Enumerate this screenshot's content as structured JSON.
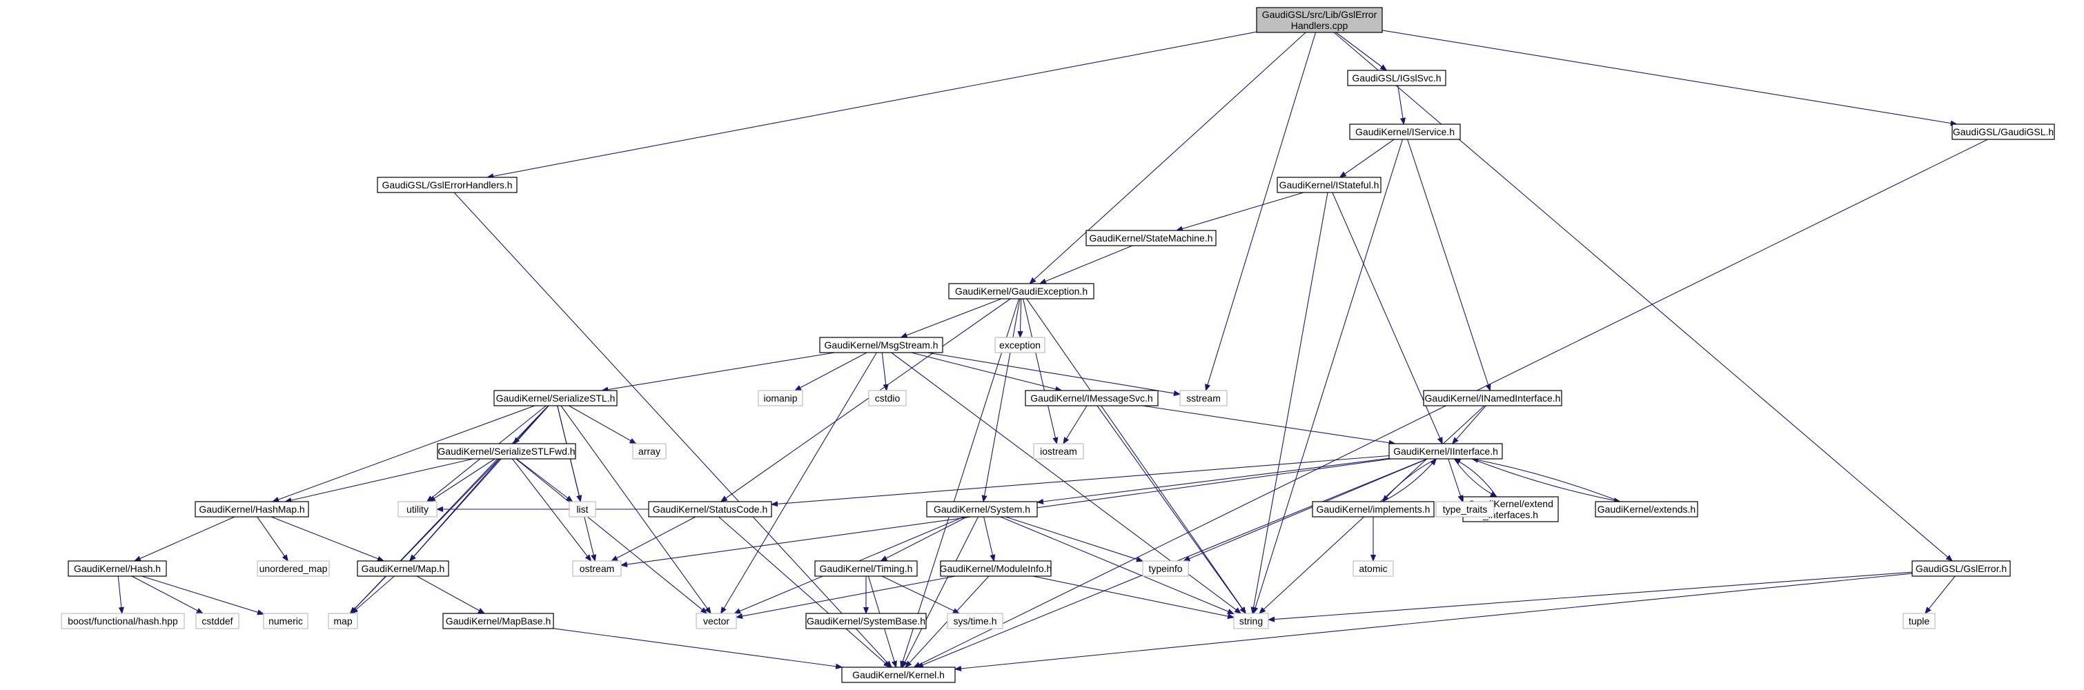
{
  "graph": {
    "root": "GaudiGSL/src/Lib/GslErrorHandlers.cpp",
    "nodes": {
      "root": {
        "lines": [
          "GaudiGSL/src/Lib/GslError",
          "Handlers.cpp"
        ],
        "kind": "root"
      },
      "gsl_ierrh": {
        "lines": [
          "GaudiGSL/GslErrorHandlers.h"
        ],
        "kind": "doc"
      },
      "gsl_igslsvc": {
        "lines": [
          "GaudiGSL/IGslSvc.h"
        ],
        "kind": "doc"
      },
      "gsl_gaudigsl": {
        "lines": [
          "GaudiGSL/GaudiGSL.h"
        ],
        "kind": "doc"
      },
      "gsl_gslerror": {
        "lines": [
          "GaudiGSL/GslError.h"
        ],
        "kind": "doc"
      },
      "iservice": {
        "lines": [
          "GaudiKernel/IService.h"
        ],
        "kind": "doc"
      },
      "istateful": {
        "lines": [
          "GaudiKernel/IStateful.h"
        ],
        "kind": "doc"
      },
      "statemachine": {
        "lines": [
          "GaudiKernel/StateMachine.h"
        ],
        "kind": "doc"
      },
      "gaudiexception": {
        "lines": [
          "GaudiKernel/GaudiException.h"
        ],
        "kind": "doc"
      },
      "msgstream": {
        "lines": [
          "GaudiKernel/MsgStream.h"
        ],
        "kind": "doc"
      },
      "serializestl": {
        "lines": [
          "GaudiKernel/SerializeSTL.h"
        ],
        "kind": "doc"
      },
      "serializestlfwd": {
        "lines": [
          "GaudiKernel/SerializeSTLFwd.h"
        ],
        "kind": "doc"
      },
      "hashmap": {
        "lines": [
          "GaudiKernel/HashMap.h"
        ],
        "kind": "doc"
      },
      "hash": {
        "lines": [
          "GaudiKernel/Hash.h"
        ],
        "kind": "doc"
      },
      "mapgk": {
        "lines": [
          "GaudiKernel/Map.h"
        ],
        "kind": "doc"
      },
      "mapbase": {
        "lines": [
          "GaudiKernel/MapBase.h"
        ],
        "kind": "doc"
      },
      "statuscode": {
        "lines": [
          "GaudiKernel/StatusCode.h"
        ],
        "kind": "doc"
      },
      "imessagesvc": {
        "lines": [
          "GaudiKernel/IMessageSvc.h"
        ],
        "kind": "doc"
      },
      "inamedinterface": {
        "lines": [
          "GaudiKernel/INamedInterface.h"
        ],
        "kind": "doc"
      },
      "iinterface": {
        "lines": [
          "GaudiKernel/IInterface.h"
        ],
        "kind": "doc"
      },
      "implements": {
        "lines": [
          "GaudiKernel/implements.h"
        ],
        "kind": "doc"
      },
      "extendinterfaces": {
        "lines": [
          "GaudiKernel/extend",
          "_interfaces.h"
        ],
        "kind": "doc"
      },
      "extends": {
        "lines": [
          "GaudiKernel/extends.h"
        ],
        "kind": "doc"
      },
      "systemh": {
        "lines": [
          "GaudiKernel/System.h"
        ],
        "kind": "doc"
      },
      "timing": {
        "lines": [
          "GaudiKernel/Timing.h"
        ],
        "kind": "doc"
      },
      "systembase": {
        "lines": [
          "GaudiKernel/SystemBase.h"
        ],
        "kind": "doc"
      },
      "moduleinfo": {
        "lines": [
          "GaudiKernel/ModuleInfo.h"
        ],
        "kind": "doc"
      },
      "kernel": {
        "lines": [
          "GaudiKernel/Kernel.h"
        ],
        "kind": "doc"
      },
      "exception": {
        "lines": [
          "exception"
        ],
        "kind": "ext"
      },
      "sstream": {
        "lines": [
          "sstream"
        ],
        "kind": "ext"
      },
      "iomanip": {
        "lines": [
          "iomanip"
        ],
        "kind": "ext"
      },
      "cstdio": {
        "lines": [
          "cstdio"
        ],
        "kind": "ext"
      },
      "iostream": {
        "lines": [
          "iostream"
        ],
        "kind": "ext"
      },
      "array": {
        "lines": [
          "array"
        ],
        "kind": "ext"
      },
      "list": {
        "lines": [
          "list"
        ],
        "kind": "ext"
      },
      "unordered_map": {
        "lines": [
          "unordered_map"
        ],
        "kind": "ext"
      },
      "utility": {
        "lines": [
          "utility"
        ],
        "kind": "ext"
      },
      "ostream": {
        "lines": [
          "ostream"
        ],
        "kind": "ext"
      },
      "boosthash": {
        "lines": [
          "boost/functional/hash.hpp"
        ],
        "kind": "ext"
      },
      "cstddef": {
        "lines": [
          "cstddef"
        ],
        "kind": "ext"
      },
      "numeric": {
        "lines": [
          "numeric"
        ],
        "kind": "ext"
      },
      "map": {
        "lines": [
          "map"
        ],
        "kind": "ext"
      },
      "vector": {
        "lines": [
          "vector"
        ],
        "kind": "ext"
      },
      "typeinfo": {
        "lines": [
          "typeinfo"
        ],
        "kind": "ext"
      },
      "string": {
        "lines": [
          "string"
        ],
        "kind": "ext"
      },
      "type_traits": {
        "lines": [
          "type_traits"
        ],
        "kind": "ext"
      },
      "atomic": {
        "lines": [
          "atomic"
        ],
        "kind": "ext"
      },
      "systime": {
        "lines": [
          "sys/time.h"
        ],
        "kind": "ext"
      },
      "tuple": {
        "lines": [
          "tuple"
        ],
        "kind": "ext"
      }
    },
    "edges": [
      [
        "root",
        "gsl_ierrh"
      ],
      [
        "root",
        "gsl_igslsvc"
      ],
      [
        "root",
        "gsl_gaudigsl"
      ],
      [
        "root",
        "gsl_gslerror"
      ],
      [
        "root",
        "gaudiexception"
      ],
      [
        "root",
        "sstream"
      ],
      [
        "gsl_ierrh",
        "kernel"
      ],
      [
        "gsl_igslsvc",
        "iservice"
      ],
      [
        "iservice",
        "istateful"
      ],
      [
        "iservice",
        "inamedinterface"
      ],
      [
        "iservice",
        "string"
      ],
      [
        "istateful",
        "statemachine"
      ],
      [
        "istateful",
        "iinterface"
      ],
      [
        "istateful",
        "string"
      ],
      [
        "statemachine",
        "gaudiexception"
      ],
      [
        "gaudiexception",
        "msgstream"
      ],
      [
        "gaudiexception",
        "exception"
      ],
      [
        "gaudiexception",
        "statuscode"
      ],
      [
        "gaudiexception",
        "systemh"
      ],
      [
        "gaudiexception",
        "iostream"
      ],
      [
        "gaudiexception",
        "string"
      ],
      [
        "gaudiexception",
        "kernel"
      ],
      [
        "msgstream",
        "serializestl"
      ],
      [
        "msgstream",
        "iomanip"
      ],
      [
        "msgstream",
        "cstdio"
      ],
      [
        "msgstream",
        "imessagesvc"
      ],
      [
        "msgstream",
        "sstream"
      ],
      [
        "msgstream",
        "vector"
      ],
      [
        "msgstream",
        "string"
      ],
      [
        "serializestl",
        "serializestlfwd"
      ],
      [
        "serializestl",
        "hashmap"
      ],
      [
        "serializestl",
        "mapgk"
      ],
      [
        "serializestl",
        "array"
      ],
      [
        "serializestl",
        "list"
      ],
      [
        "serializestl",
        "utility"
      ],
      [
        "serializestl",
        "ostream"
      ],
      [
        "serializestl",
        "map"
      ],
      [
        "serializestl",
        "vector"
      ],
      [
        "serializestlfwd",
        "hashmap"
      ],
      [
        "serializestlfwd",
        "list"
      ],
      [
        "serializestlfwd",
        "utility"
      ],
      [
        "serializestlfwd",
        "ostream"
      ],
      [
        "serializestlfwd",
        "mapgk"
      ],
      [
        "serializestlfwd",
        "map"
      ],
      [
        "serializestlfwd",
        "vector"
      ],
      [
        "hashmap",
        "hash"
      ],
      [
        "hashmap",
        "unordered_map"
      ],
      [
        "hashmap",
        "mapgk"
      ],
      [
        "hash",
        "boosthash"
      ],
      [
        "hash",
        "cstddef"
      ],
      [
        "hash",
        "numeric"
      ],
      [
        "mapgk",
        "map"
      ],
      [
        "mapgk",
        "mapbase"
      ],
      [
        "mapbase",
        "kernel"
      ],
      [
        "imessagesvc",
        "iostream"
      ],
      [
        "imessagesvc",
        "iinterface"
      ],
      [
        "imessagesvc",
        "string"
      ],
      [
        "inamedinterface",
        "iinterface"
      ],
      [
        "inamedinterface",
        "string"
      ],
      [
        "iinterface",
        "statuscode"
      ],
      [
        "iinterface",
        "systemh"
      ],
      [
        "iinterface",
        "implements"
      ],
      [
        "iinterface",
        "extendinterfaces"
      ],
      [
        "iinterface",
        "extends"
      ],
      [
        "iinterface",
        "type_traits"
      ],
      [
        "iinterface",
        "typeinfo"
      ],
      [
        "iinterface",
        "ostream"
      ],
      [
        "iinterface",
        "kernel"
      ],
      [
        "implements",
        "iinterface"
      ],
      [
        "implements",
        "atomic"
      ],
      [
        "extendinterfaces",
        "iinterface"
      ],
      [
        "extends",
        "iinterface"
      ],
      [
        "statuscode",
        "utility"
      ],
      [
        "statuscode",
        "ostream"
      ],
      [
        "statuscode",
        "kernel"
      ],
      [
        "systemh",
        "timing"
      ],
      [
        "systemh",
        "moduleinfo"
      ],
      [
        "systemh",
        "typeinfo"
      ],
      [
        "systemh",
        "vector"
      ],
      [
        "systemh",
        "string"
      ],
      [
        "systemh",
        "kernel"
      ],
      [
        "timing",
        "systembase"
      ],
      [
        "timing",
        "systime"
      ],
      [
        "timing",
        "kernel"
      ],
      [
        "moduleinfo",
        "vector"
      ],
      [
        "moduleinfo",
        "string"
      ],
      [
        "moduleinfo",
        "kernel"
      ],
      [
        "gsl_gslerror",
        "string"
      ],
      [
        "gsl_gslerror",
        "tuple"
      ],
      [
        "gsl_gslerror",
        "kernel"
      ],
      [
        "gsl_gaudigsl",
        "kernel"
      ]
    ]
  }
}
